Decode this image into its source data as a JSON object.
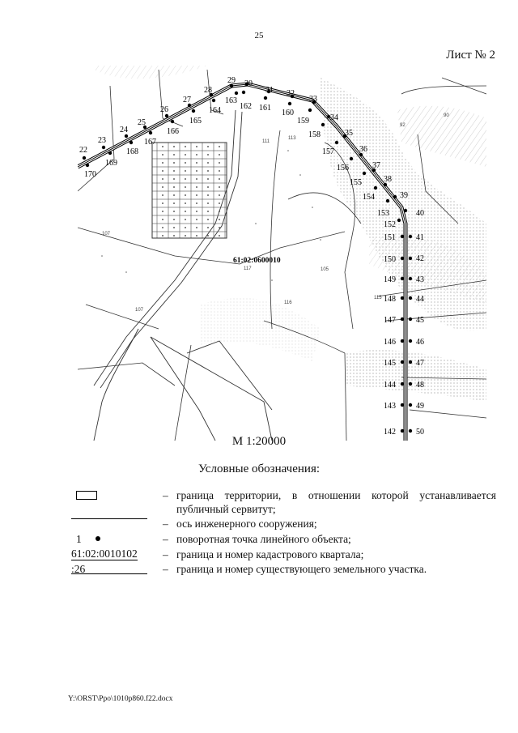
{
  "page_number": "25",
  "sheet_label": "Лист № 2",
  "map": {
    "quarter_label": "61:02:0600010",
    "parcel_labels": [
      "107",
      "111",
      "113",
      "117",
      "116",
      "105",
      "92",
      "90",
      "107",
      "115"
    ],
    "route_points_upper": [
      "22",
      "23",
      "24",
      "25",
      "26",
      "27",
      "28",
      "29",
      "30",
      "31",
      "32",
      "33",
      "34",
      "35",
      "36",
      "37",
      "38",
      "39",
      "40",
      "41",
      "42",
      "43",
      "44",
      "45",
      "46",
      "47",
      "48",
      "49",
      "50"
    ],
    "route_points_lower": [
      "170",
      "169",
      "168",
      "167",
      "166",
      "165",
      "164",
      "163",
      "162",
      "161",
      "160",
      "159",
      "158",
      "157",
      "156",
      "155",
      "154",
      "153",
      "152",
      "151",
      "150",
      "149",
      "148",
      "147",
      "146",
      "145",
      "144",
      "143",
      "142"
    ]
  },
  "scale": "М 1:20000",
  "legend": {
    "title": "Условные обозначения:",
    "items": [
      {
        "symbol": "",
        "dash": "–",
        "text": "граница территории, в отношении которой устанавливается публичный сервитут;"
      },
      {
        "symbol": "",
        "dash": "–",
        "text": "ось инженерного сооружения;"
      },
      {
        "symbol": "1",
        "dash": "–",
        "text": "поворотная точка линейного объекта;"
      },
      {
        "symbol": "61:02:0010102",
        "dash": "–",
        "text": "граница и номер кадастрового квартала;"
      },
      {
        "symbol": ":26",
        "dash": "–",
        "text": "граница и номер существующего земельного участка."
      }
    ]
  },
  "footer": "Y:\\ORST\\Ppo\\1010p860.f22.docx"
}
